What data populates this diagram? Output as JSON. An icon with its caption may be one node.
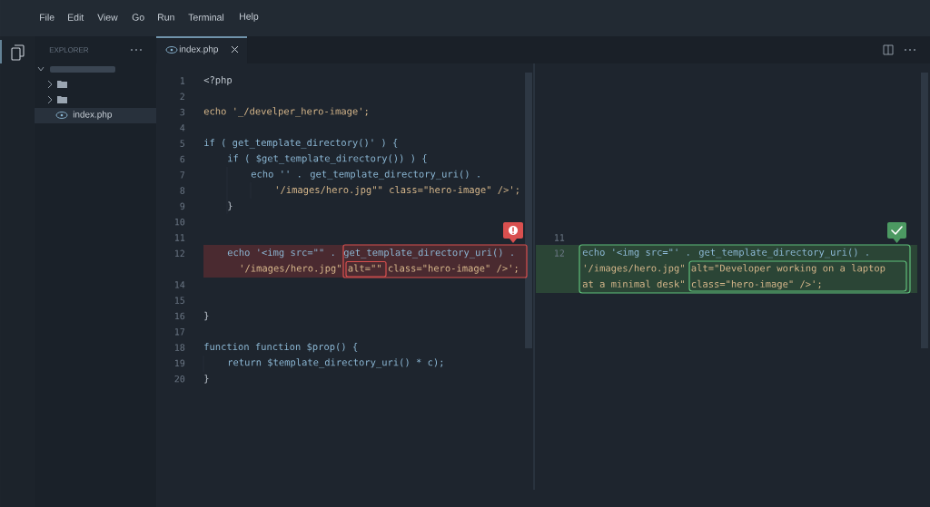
{
  "diagram": {
    "labels": [
      "File",
      "Edit",
      "View",
      "Go",
      "Run",
      "Terminal",
      "Help",
      "EXPLORER",
      "index.php",
      "index.php",
      "1",
      "<?php",
      "2",
      "3",
      "echo '_/develper_hero-image';",
      "4",
      "5",
      "if ( get_template_directory()' ) {",
      "6",
      "if ( $get_template_directory()) ) {",
      "7",
      "echo '' . get_template_directory_uri() .",
      "8",
      "'/images/hero.jpg\"\" class=\"hero-image\" />';",
      "9",
      "}",
      "10",
      "11",
      "12",
      "echo '<img src=\"\" . get_template_directory_uri() .",
      "'/images/hero.jpg\" alt=\"\" class=\"hero-image\" />';",
      "14",
      "15",
      "16",
      "}",
      "17",
      "18",
      "function function $prop() {",
      "19",
      "return $template_directory_uri() * c);",
      "20",
      "}",
      "11",
      "12",
      "echo '<img src=\"' . get_template_directory_uri() .",
      "'/images/hero.jpg\" alt=\"Developer working on a laptop",
      "at a minimal desk\" class=\"hero-image\" />';"
    ]
  }
}
